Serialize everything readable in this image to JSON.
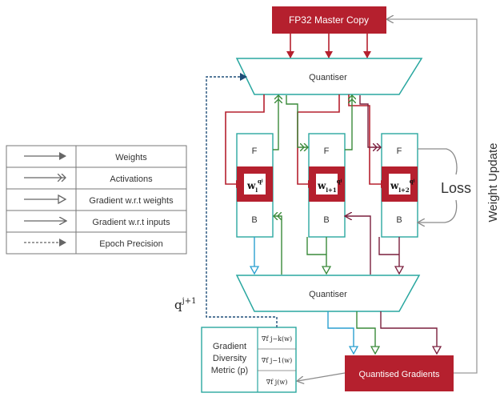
{
  "master_copy": {
    "label": "FP32 Master Copy"
  },
  "quantiser_top": {
    "label": "Quantiser"
  },
  "quantiser_bottom": {
    "label": "Quantiser"
  },
  "quantised_gradients": {
    "label": "Quantised Gradients"
  },
  "loss": {
    "label": "Loss"
  },
  "weight_update": {
    "label": "Weight Update"
  },
  "precision_label": {
    "base": "q",
    "sup": "j+1"
  },
  "layers": [
    {
      "forward": "F",
      "backward": "B",
      "weight_base": "w",
      "weight_sub": "l",
      "weight_sup": "q",
      "weight_sup_sub": "j"
    },
    {
      "forward": "F",
      "backward": "B",
      "weight_base": "w",
      "weight_sub": "l+1",
      "weight_sup": "q",
      "weight_sup_sub": "j"
    },
    {
      "forward": "F",
      "backward": "B",
      "weight_base": "w",
      "weight_sub": "l+2",
      "weight_sup": "q",
      "weight_sup_sub": "j"
    }
  ],
  "diversity_metric": {
    "lines": [
      "Gradient",
      "Diversity",
      "Metric (p)"
    ],
    "entries": [
      "∇f j−k(w)",
      "∇f j−1(w)",
      "∇f j(w)"
    ]
  },
  "legend": {
    "items": [
      {
        "label": "Weights",
        "style": "filled"
      },
      {
        "label": "Activations",
        "style": "double"
      },
      {
        "label": "Gradient w.r.t weights",
        "style": "hollow"
      },
      {
        "label": "Gradient w.r.t inputs",
        "style": "open"
      },
      {
        "label": "Epoch Precision",
        "style": "dashed"
      }
    ]
  },
  "colors": {
    "weights": "#b5202e",
    "activations": "#3a8a3a",
    "gradient_weights": "#2a9fd0",
    "gradient_inputs": "#7a1f3d",
    "precision": "#1f4e79",
    "teal": "#2aa7a0",
    "update": "#9a9a9a"
  }
}
